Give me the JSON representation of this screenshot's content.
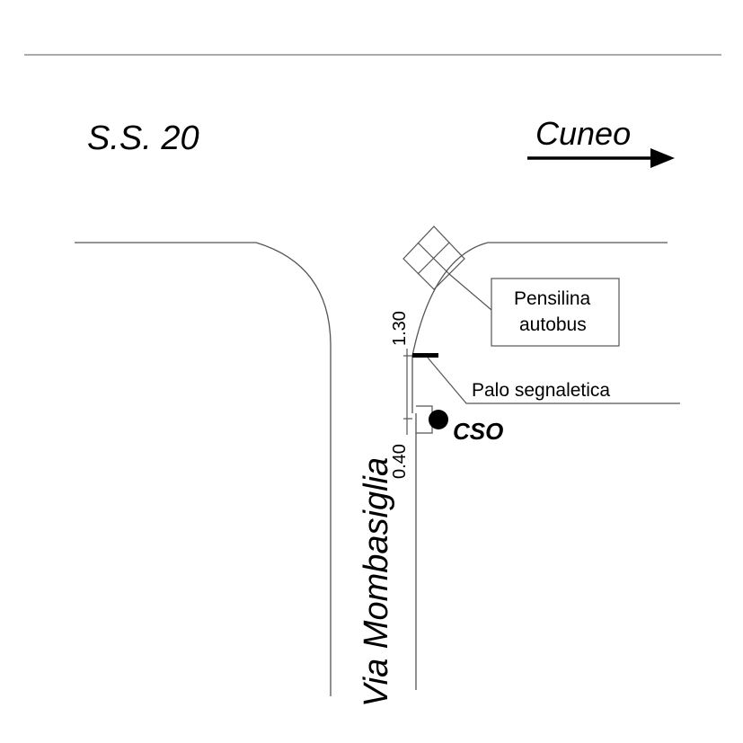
{
  "road_name": "S.S. 20",
  "direction_label": "Cuneo",
  "side_street": "Via Mombasiglia",
  "shelter_label_line1": "Pensilina",
  "shelter_label_line2": "autobus",
  "pole_label": "Palo segnaletica",
  "cso_label": "CSO",
  "dimension_upper": "1.30",
  "dimension_lower": "0.40",
  "colors": {
    "line": "#555555",
    "ink": "#000000",
    "background": "#ffffff"
  },
  "icons": [
    "direction-arrow-icon",
    "bus-shelter-icon",
    "signpost-icon",
    "cso-marker-icon"
  ]
}
